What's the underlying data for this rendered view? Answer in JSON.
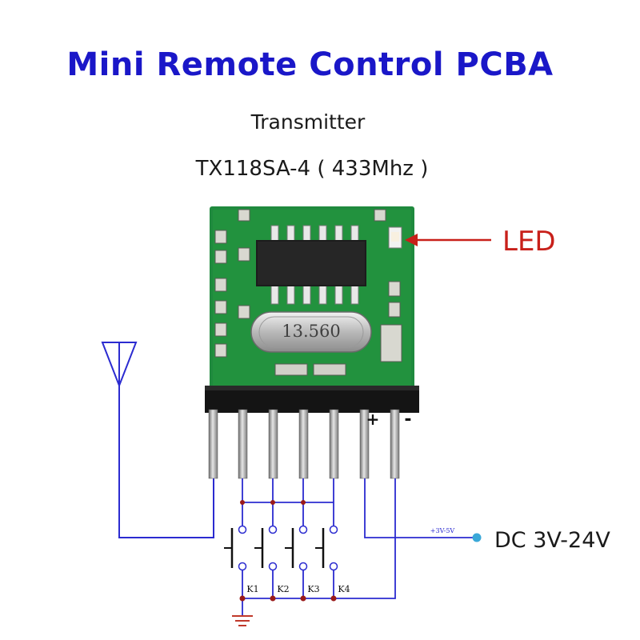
{
  "title": "Mini Remote Control PCBA",
  "subtitle": "Transmitter",
  "model": "TX118SA-4 ( 433Mhz )",
  "led_label": "LED",
  "power_label": "DC 3V-24V",
  "crystal_label": "13.560",
  "plus_label": "+",
  "minus_label": "-",
  "voltage_tag": "+3V-5V",
  "keys": [
    "K1",
    "K2",
    "K3",
    "K4"
  ],
  "colors": {
    "title": "#1a17c8",
    "wire": "#2b2bd0",
    "pcb": "#1f8a3e",
    "led_arrow": "#c8201a",
    "junction": "#9a1a1a",
    "terminal": "#3aa8d8"
  }
}
